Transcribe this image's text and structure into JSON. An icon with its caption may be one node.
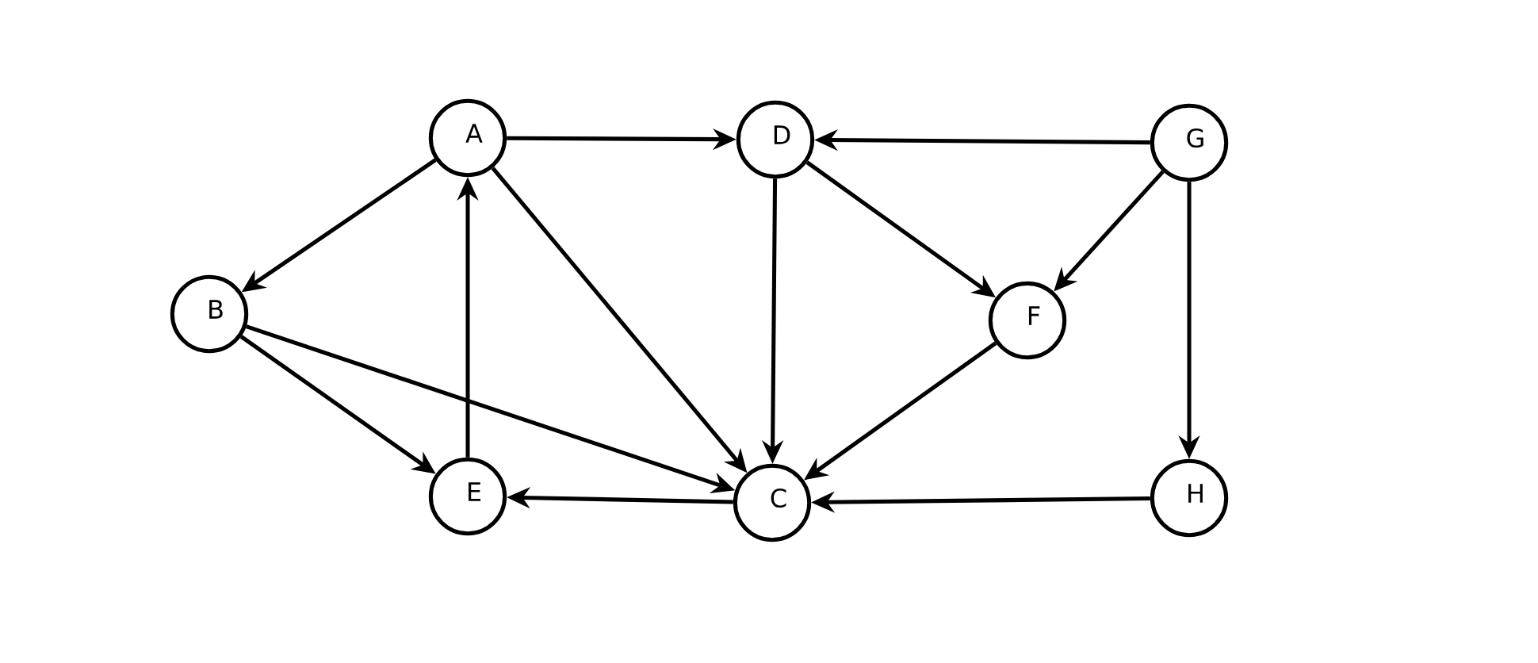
{
  "diagram": {
    "nodes": [
      {
        "text": [
          "A"
        ]
      },
      {
        "text": [
          "D"
        ]
      },
      {
        "text": [
          "G"
        ]
      },
      {
        "text": [
          "B"
        ]
      },
      {
        "text": [
          "F"
        ]
      },
      {
        "text": [
          "E"
        ]
      },
      {
        "text": [
          "C"
        ]
      },
      {
        "text": [
          "H"
        ]
      }
    ],
    "edges": [
      {
        "from": 0,
        "to": 1,
        "arrow": "to"
      },
      {
        "from": 2,
        "to": 1,
        "arrow": "to"
      },
      {
        "from": 0,
        "to": 3,
        "arrow": "to"
      },
      {
        "from": 0,
        "to": 6,
        "arrow": "to"
      },
      {
        "from": 1,
        "to": 6,
        "arrow": "to"
      },
      {
        "from": 1,
        "to": 4,
        "arrow": "to"
      },
      {
        "from": 2,
        "to": 4,
        "arrow": "to"
      },
      {
        "from": 2,
        "to": 7,
        "arrow": "to"
      },
      {
        "from": 3,
        "to": 5,
        "arrow": "to"
      },
      {
        "from": 3,
        "to": 6,
        "arrow": "to"
      },
      {
        "from": 5,
        "to": 0,
        "arrow": "to"
      },
      {
        "from": 4,
        "to": 6,
        "arrow": "to"
      },
      {
        "from": 6,
        "to": 5,
        "arrow": "to"
      },
      {
        "from": 7,
        "to": 6,
        "arrow": "to"
      }
    ]
  }
}
